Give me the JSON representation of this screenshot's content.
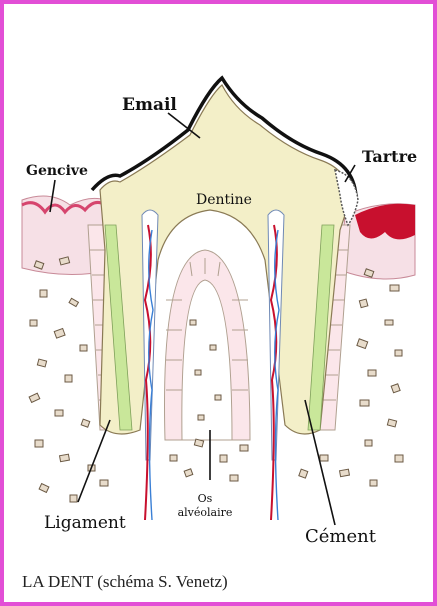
{
  "labels": {
    "email": "Email",
    "gencive": "Gencive",
    "tartre": "Tartre",
    "dentine": "Dentine",
    "ligament": "Ligament",
    "os_line1": "Os",
    "os_line2": "alvéolaire",
    "cement": "Cément"
  },
  "caption": "LA DENT (schéma S. Venetz)",
  "colors": {
    "frame": "#e24fd6",
    "dentine": "#f3efc8",
    "enamel_outline": "#111111",
    "gum": "#f2c9d2",
    "gum_dark": "#c8102e",
    "cement": "#c9e79a",
    "pulp": "#ffffff",
    "vessel_red": "#c8102e",
    "vessel_blue": "#3a7fd5"
  }
}
